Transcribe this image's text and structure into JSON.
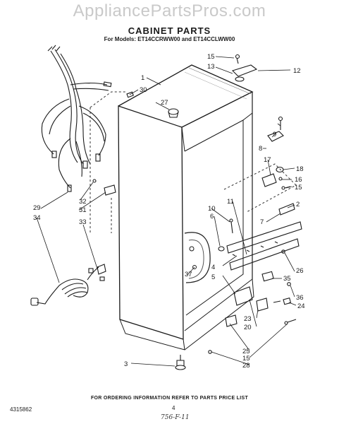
{
  "watermark": "AppliancePartsPros.com",
  "header": {
    "title": "CABINET PARTS",
    "subtitle": "For Models: ET14CCRWW00 and ET14CCLWW00"
  },
  "callouts": {
    "c1": "1",
    "c2": "2",
    "c3": "3",
    "c4": "4",
    "c5": "5",
    "c6": "6",
    "c7": "7",
    "c8": "8",
    "c9": "9",
    "c10": "10",
    "c11": "11",
    "c12": "12",
    "c13": "13",
    "c15a": "15",
    "c15b": "15",
    "c15c": "15",
    "c16": "16",
    "c17": "17",
    "c18": "18",
    "c20": "20",
    "c23": "23",
    "c24": "24",
    "c25": "25",
    "c26": "26",
    "c27": "27",
    "c28": "28",
    "c29": "29",
    "c30": "30",
    "c31": "31",
    "c32": "32",
    "c33": "33",
    "c34": "34",
    "c35": "35",
    "c36": "36",
    "c37": "37"
  },
  "footer": {
    "note": "FOR ORDERING INFORMATION REFER TO PARTS PRICE LIST",
    "part_number": "4315862",
    "page": "4",
    "handwritten": "756-F-11"
  }
}
